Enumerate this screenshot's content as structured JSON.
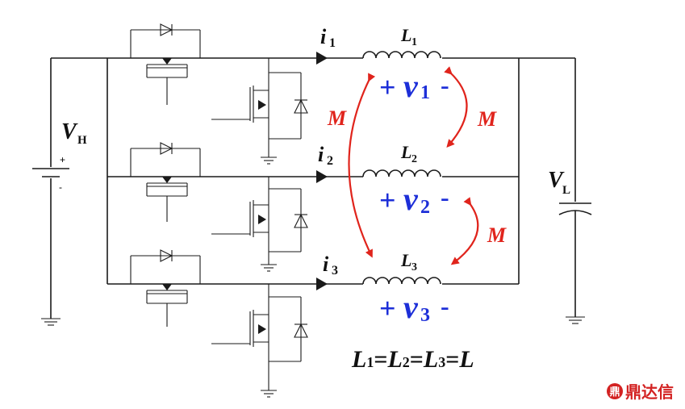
{
  "sources": {
    "high": {
      "symbol": "V",
      "subscript": "H",
      "plus": "+",
      "minus": "-"
    },
    "low": {
      "symbol": "V",
      "subscript": "L"
    }
  },
  "phases": [
    {
      "current": "i",
      "current_sub": "1",
      "inductor": "L",
      "inductor_sub": "1",
      "voltage_plus": "+",
      "voltage": "v",
      "voltage_sub": "1",
      "voltage_minus": "-"
    },
    {
      "current": "i",
      "current_sub": "2",
      "inductor": "L",
      "inductor_sub": "2",
      "voltage_plus": "+",
      "voltage": "v",
      "voltage_sub": "2",
      "voltage_minus": "-"
    },
    {
      "current": "i",
      "current_sub": "3",
      "inductor": "L",
      "inductor_sub": "3",
      "voltage_plus": "+",
      "voltage": "v",
      "voltage_sub": "3",
      "voltage_minus": "-"
    }
  ],
  "mutual": {
    "symbol": "M"
  },
  "equation": {
    "parts": [
      "L",
      "1",
      "=",
      "L",
      "2",
      "=",
      "L",
      "3",
      "=",
      "L"
    ]
  },
  "watermark": {
    "logo_char": "鼎",
    "text": "鼎达信"
  },
  "colors": {
    "voltage": "#1d2fd8",
    "mutual": "#e0241c",
    "wire": "#1a1a1a"
  },
  "icons": [
    "battery-icon",
    "capacitor-icon",
    "inductor-icon",
    "mosfet-icon",
    "diode-icon",
    "ground-icon",
    "current-arrow-icon"
  ]
}
